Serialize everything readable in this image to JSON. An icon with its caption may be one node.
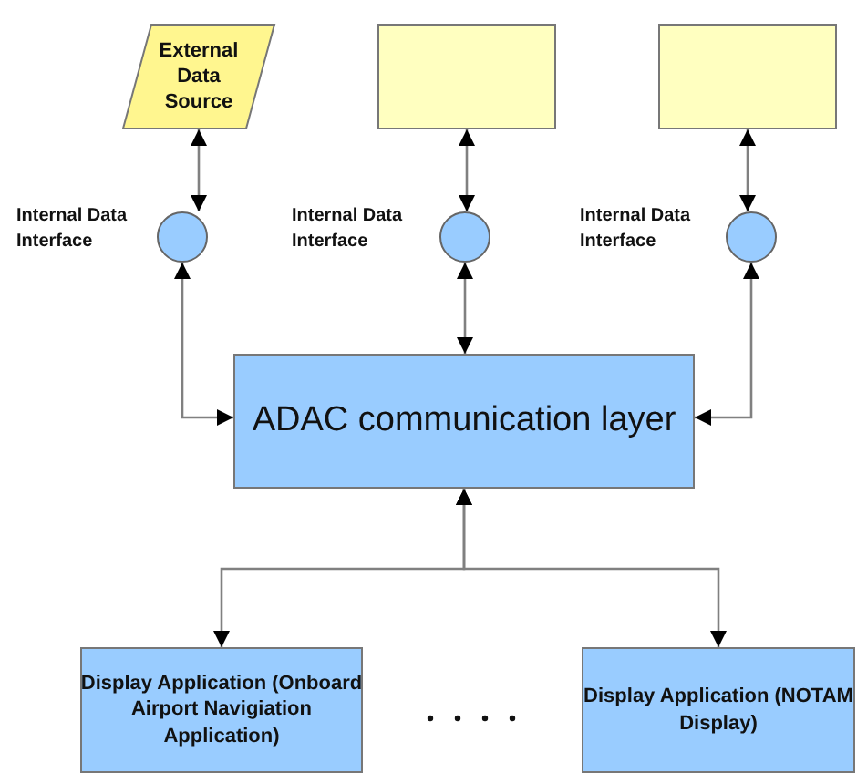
{
  "diagram": {
    "nodes": [
      {
        "text": [
          "External Data Source"
        ]
      },
      {
        "text": [],
        "shape": "box"
      },
      {
        "text": [],
        "shape": "box"
      },
      {
        "text": [],
        "shape": "circle",
        "beside": [
          "Internal Data Interface"
        ]
      },
      {
        "text": [],
        "shape": "circle",
        "beside": [
          "Internal Data Interface"
        ]
      },
      {
        "text": [],
        "shape": "circle",
        "beside": [
          "Internal Data Interface"
        ]
      },
      {
        "text": [
          "ADAC communication layer"
        ]
      },
      {
        "text": [
          "Display Application (Onboard Airport Navigiation Application)"
        ]
      },
      {
        "text": [
          "Display Application (NOTAM Display)"
        ]
      }
    ],
    "edges": [
      {
        "from": 3,
        "to": 0,
        "arrow": "both"
      },
      {
        "from": 4,
        "to": 1,
        "arrow": "both"
      },
      {
        "from": 5,
        "to": 2,
        "arrow": "both"
      },
      {
        "from": 6,
        "to": 3,
        "arrow": "both"
      },
      {
        "from": 6,
        "to": 4,
        "arrow": "both"
      },
      {
        "from": 6,
        "to": 5,
        "arrow": "both"
      },
      {
        "from": 6,
        "to": 7,
        "arrow": "both"
      },
      {
        "from": 6,
        "to": 8,
        "arrow": "both"
      }
    ]
  }
}
